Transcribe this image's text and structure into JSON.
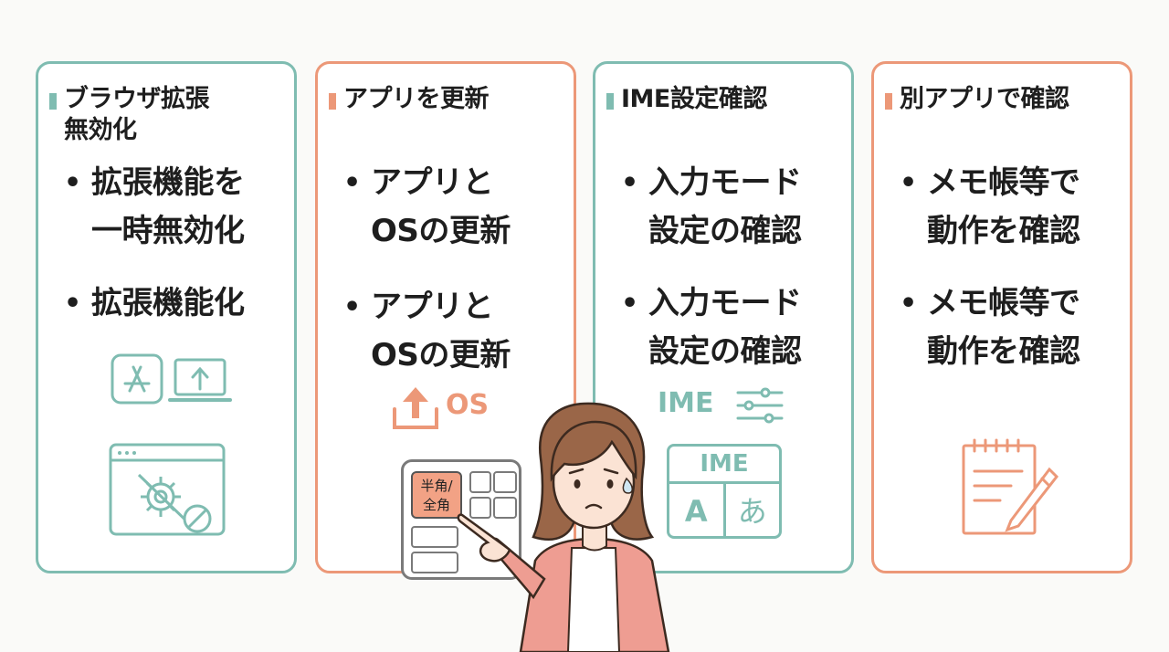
{
  "cards": [
    {
      "title_line1": "ブラウザ拡張",
      "title_line2": "無効化",
      "bullets": [
        {
          "line1": "拡張機能を",
          "line2": "一時無効化"
        },
        {
          "line1": "拡張機能化"
        }
      ]
    },
    {
      "title_line1": "アプリを更新",
      "bullets": [
        {
          "line1": "アプリと",
          "line2": "OSの更新"
        },
        {
          "line1": "アプリと",
          "line2": "OSの更新"
        }
      ],
      "os_label": "OS",
      "keyboard_key_line1": "半角/",
      "keyboard_key_line2": "全角"
    },
    {
      "title_line1": "IME設定確認",
      "bullets": [
        {
          "line1": "入力モード",
          "line2": "設定の確認"
        },
        {
          "line1": "入力モード",
          "line2": "設定の確認"
        }
      ],
      "ime_label": "IME",
      "panel_title": "IME",
      "panel_left": "A",
      "panel_right": "あ"
    },
    {
      "title_line1": "別アプリで確認",
      "bullets": [
        {
          "line1": "メモ帳等で",
          "line2": "動作を確認"
        },
        {
          "line1": "メモ帳等で",
          "line2": "動作を確認"
        }
      ]
    }
  ],
  "bullet_symbol": "•",
  "colors": {
    "teal": "#7fbcb1",
    "orange": "#ec9878",
    "skin": "#fbe3d4",
    "hair": "#9a6648",
    "cardigan": "#ee9d92"
  }
}
